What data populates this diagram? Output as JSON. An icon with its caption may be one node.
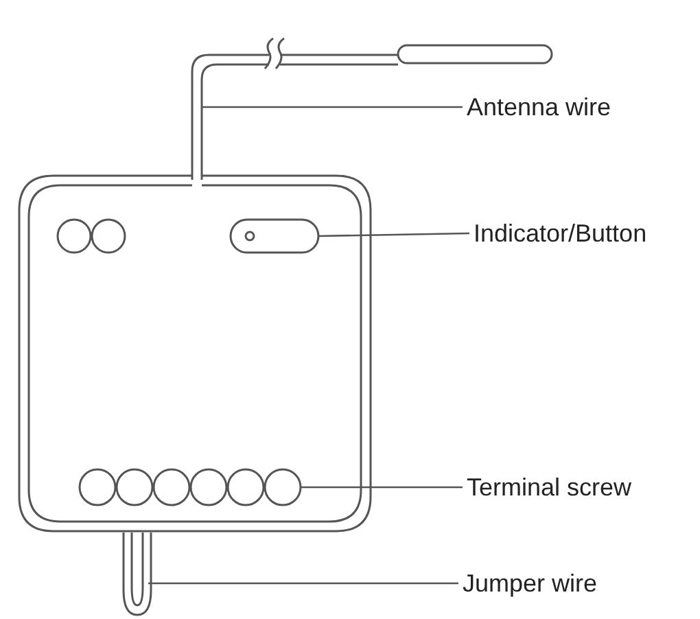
{
  "diagram": {
    "nodes": [
      {
        "text": [
          "Antenna wire"
        ]
      },
      {
        "text": [],
        "shape": "line"
      },
      {
        "text": [
          "Indicator/Button"
        ]
      },
      {
        "text": [],
        "shape": "box"
      },
      {
        "text": [
          "Terminal screw"
        ]
      },
      {
        "text": [],
        "shape": "circle"
      },
      {
        "text": [
          "Jumper wire"
        ]
      },
      {
        "text": [],
        "shape": "loop"
      }
    ],
    "edges": [
      {
        "from": 0,
        "to": 1,
        "arrow": "none"
      },
      {
        "from": 2,
        "to": 3,
        "arrow": "none"
      },
      {
        "from": 4,
        "to": 5,
        "arrow": "none"
      },
      {
        "from": 6,
        "to": 7,
        "arrow": "none"
      }
    ]
  }
}
